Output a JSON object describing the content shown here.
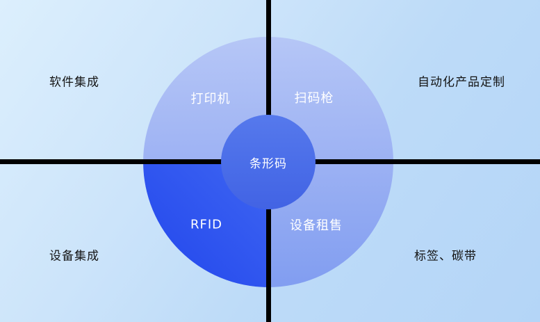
{
  "diagram": {
    "center_label": "条形码",
    "quadrants": {
      "top_left": {
        "inner_label": "打印机",
        "outer_label": "软件集成"
      },
      "top_right": {
        "inner_label": "扫码枪",
        "outer_label": "自动化产品定制"
      },
      "bottom_left": {
        "inner_label": "RFID",
        "outer_label": "设备集成"
      },
      "bottom_right": {
        "inner_label": "设备租售",
        "outer_label": "标签、碳带"
      }
    },
    "colors": {
      "background_light": "#dceffd",
      "background_dark": "#b4d5f7",
      "circle_top": "#b4c4f6",
      "circle_bottom": "#7c98f0",
      "rfid_quadrant": "#2a4fee",
      "center_circle": "#4a6de8",
      "axis_lines": "#000000",
      "inner_text": "#ffffff",
      "outer_text": "#141414"
    }
  }
}
